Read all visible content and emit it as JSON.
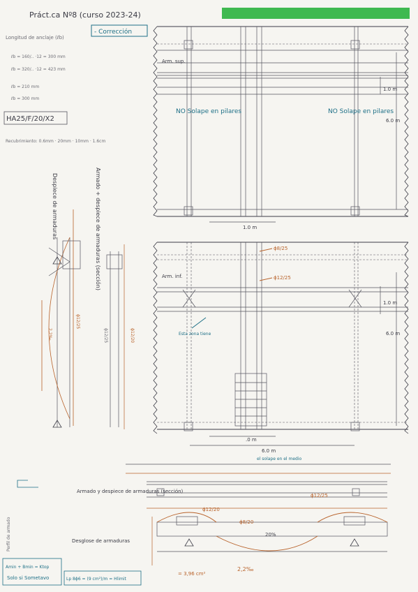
{
  "colors": {
    "ink": "#3a3a44",
    "blue_ink": "#1d6f86",
    "orange_ink": "#b8622a",
    "green_bar": "#3fb950",
    "paper": "#f6f5f1"
  },
  "header": {
    "title": "Práct.ca Nº8 (curso 2023-24)",
    "stamp": "- Corrección"
  },
  "left_notes": {
    "anchorage_title": "Longitud de anclaje (ℓb)",
    "l1": "ℓb = 160/.. ·12 = 300 mm",
    "l2": "ℓb = 320/.. ·12 = 423 mm",
    "l3": "ℓb = 210 mm",
    "l4": "ℓb = 300 mm",
    "boxed_code": "HA25/F/20/X2",
    "recubrimiento": "Recubrimiento: 0.6mm · 20mm · 10mm · 1.6cm"
  },
  "sections": {
    "despiece_label": "Despiece de armaduras",
    "armado_label": "Armado + despiece de armaduras (sección)"
  },
  "plan_top": {
    "arm_label": "Arm. sup.",
    "dim_small": "1.0 m",
    "dim_big": "6.0 m",
    "dim_bottom": "1.0 m",
    "note_left": "NO Solape en pilares",
    "note_right": "NO Solape en pilares"
  },
  "plan_bottom": {
    "arm_label": "Arm. inf.",
    "dim_small": "1.0 m",
    "dim_big": "6.0 m",
    "dim_bottom": ".0 m",
    "bar1": "ϕ8/25",
    "bar2": "ϕ12/25",
    "note": "Esta zona tiene"
  },
  "beam": {
    "span_label": "6.0 m",
    "splice_note": "el solape en el medio",
    "armado_title": "Armado y despiece de armaduras (sección)",
    "desglose_title": "Desglose de armaduras",
    "b1": "ϕ12/20",
    "b2": "ϕ8/20",
    "b3": "ϕ12/25",
    "pct1": "20%",
    "pct2": "2,2‰",
    "area_calc": "= 3,96 cm²"
  },
  "bottom_left": {
    "line1": "Amin + Bmin = Ktop",
    "line2": "Solo si Sometavo",
    "formula": "Lp 8ϕ6 = (9 cm²)/m = Hlimit",
    "side_label": "Perfil de armado"
  }
}
